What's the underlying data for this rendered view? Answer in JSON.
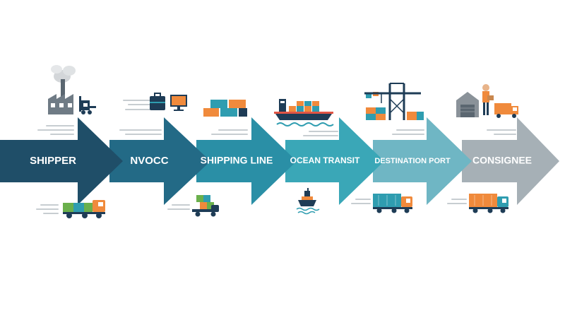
{
  "steps": [
    {
      "label": "SHIPPER",
      "color": "#1f4e68"
    },
    {
      "label": "NVOCC",
      "color": "#236a86"
    },
    {
      "label": "SHIPPING LINE",
      "color": "#2a8fa6"
    },
    {
      "label": "OCEAN TRANSIT",
      "color": "#3aa7b7"
    },
    {
      "label": "DESTINATION PORT",
      "color": "#6fb6c4"
    },
    {
      "label": "CONSIGNEE",
      "color": "#a6b0b6"
    }
  ],
  "colors": {
    "orange": "#f08a3c",
    "navy": "#1e3c56",
    "teal": "#2f9db0",
    "green": "#6ab04c",
    "gray": "#8a9299",
    "speed_lines": "#c7cdd1"
  },
  "icons": {
    "top": [
      "factory-forklift-icon",
      "briefcase-monitor-icon",
      "containers-icon",
      "cargo-ship-icon",
      "port-crane-icon",
      "warehouse-worker-icon"
    ],
    "bottom": [
      "delivery-truck-icon",
      "small-truck-icon",
      "ship-icon",
      "container-truck-icon",
      "container-truck-icon"
    ]
  }
}
